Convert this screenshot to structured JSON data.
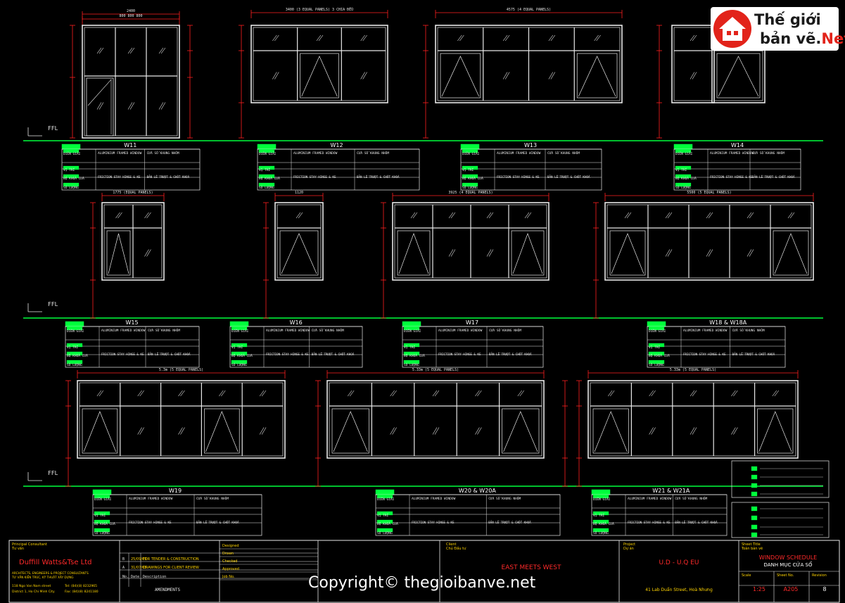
{
  "drawing": {
    "title": "WINDOW SCHEDULE",
    "title_vn": "DANH MỤC CỬA SỔ",
    "sheet_no": "A205",
    "revision": "8",
    "scale": "1:25",
    "ffl_label": "FFL",
    "client_label": "Client",
    "client_label_vn": "Chủ Đầu tư",
    "client_name": "EAST MEETS WEST",
    "project_label": "Project",
    "project_label_vn": "Dự án",
    "project_name": "U.D - U.Q EU",
    "project_address": "41 Lab Duẩn Street, Hoà Nhưng",
    "sheet_title_label": "Sheet Title",
    "sheet_title_label_vn": "Toàn bản vẽ",
    "scale_label": "Scale",
    "sheet_no_label": "Sheet No.",
    "revision_label": "Revision",
    "consultant_label": "Principal Consultant",
    "consultant_label_vn": "Tư vấn",
    "consultant_name": "Duffill Watts&Tse Ltd",
    "consultant_desc1": "ARCHITECTS, ENGINEERS & PROJECT CONSULTANTS",
    "consultant_desc2": "TƯ VẤN KIẾN TRÚC, KỸ THUẬT XÂY DỰNG",
    "consultant_addr1": "118 Ngo Van Nam street",
    "consultant_addr2": "District 1, Ho Chi Minh City",
    "consultant_tel": "Tel: (84)(8) 8232965",
    "consultant_fax": "Fax: (84)(8) 8241180",
    "amendments": [
      {
        "rev": "B",
        "date": "25/09/03",
        "desc": "FOR TENDER & CONSTRUCTION"
      },
      {
        "rev": "A",
        "date": "31/07/03",
        "desc": "DRAWINGS FOR CLIENT REVIEW"
      }
    ],
    "amend_head": {
      "no": "No.",
      "date": "Date",
      "desc": "Description"
    },
    "amend_title": "AMENDMENTS",
    "signoff": [
      "Designed",
      "Drawn",
      "Checked",
      "Approved",
      "Job No."
    ],
    "watermark": "Copyright© thegioibanve.net",
    "logo_text1": "Thế giới",
    "logo_text2": "bản vẽ.",
    "logo_text3": "Net"
  },
  "windows": [
    {
      "tag": "W11",
      "row": 0
    },
    {
      "tag": "W12",
      "row": 0
    },
    {
      "tag": "W13",
      "row": 0
    },
    {
      "tag": "W14",
      "row": 0
    },
    {
      "tag": "W15",
      "row": 1
    },
    {
      "tag": "W16",
      "row": 1
    },
    {
      "tag": "W17",
      "row": 1
    },
    {
      "tag": "W18 & W18A",
      "row": 1
    },
    {
      "tag": "W19",
      "row": 2
    },
    {
      "tag": "W20 & W20A",
      "row": 2
    },
    {
      "tag": "W21 & W21A",
      "row": 2
    }
  ],
  "schedule_labels": {
    "desc": "DIỄN GIẢI",
    "loc": "VỊ TRÍ",
    "hw": "BỘ KHOÁ CỬA",
    "qty": "SỐ LƯỢNG",
    "frame": "ALUMINIUM FRAMED WINDOW",
    "frame_vn": "CỬA SỔ KHUNG NHÔM",
    "hw_text": "FRICTION STAY HINGE & KEY LOCK TO OPENING SASH",
    "hw_vn": "BẢN LỀ TRƯỢT & CHỐT KHOÁ"
  },
  "dims": {
    "top_w11": "2400",
    "top_w12": "3400 (3 EQUAL PANELS) 3 CHIA ĐỀU",
    "top_w13": "4575 (4 EQUAL PANELS)",
    "top_w15": "1775 (EQUAL PANELS)",
    "top_w16": "1120",
    "top_w17": "3925 (4 EQUAL PANELS)",
    "top_w18": "5500 (5 EQUAL PANELS)",
    "top_w19": "5.3m (5 EQUAL PANELS)",
    "top_w20": "5.33m (5 EQUAL PANELS)",
    "top_w21": "5.33m (5 EQUAL PANELS)"
  }
}
